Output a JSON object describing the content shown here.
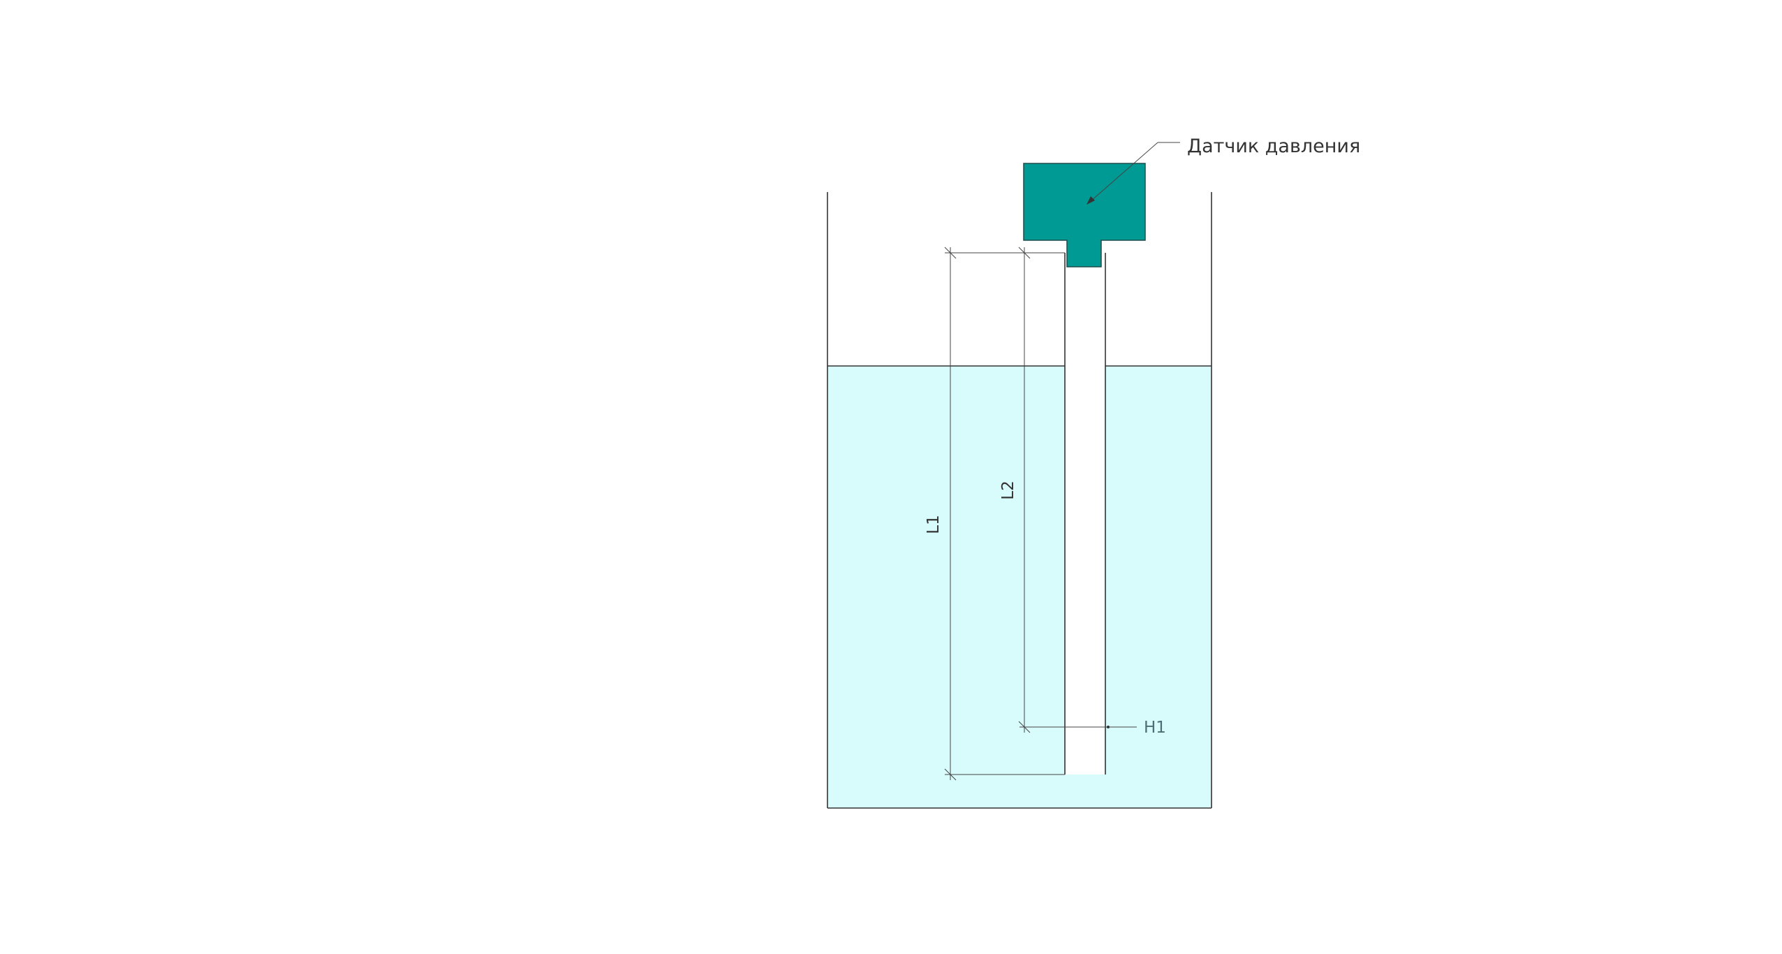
{
  "diagram": {
    "sensor_label": "Датчик давления",
    "dimension_labels": {
      "L1": "L1",
      "L2": "L2",
      "H1": "H1"
    },
    "colors": {
      "sensor_fill": "#009a94",
      "sensor_stroke": "#1d4d4d",
      "liquid_fill": "#d8fbfc",
      "line": "#333333"
    }
  }
}
